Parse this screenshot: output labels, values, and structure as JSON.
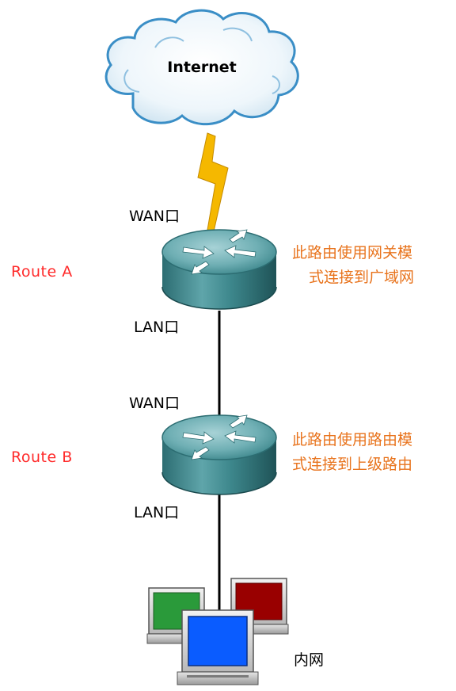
{
  "internet_label": "Internet",
  "router_a": {
    "name": "Route  A",
    "wan_port": "WAN口",
    "lan_port": "LAN口",
    "note_line1": "此路由使用网关模",
    "note_line2": "式连接到广域网"
  },
  "router_b": {
    "name": "Route  B",
    "wan_port": "WAN口",
    "lan_port": "LAN口",
    "note_line1": "此路由使用路由模",
    "note_line2": "式连接到上级路由"
  },
  "lan_label": "内网",
  "colors": {
    "route_label": "#ff2a2a",
    "note": "#e8731c",
    "lightning": "#f5b800",
    "router_body": "#3f8a90",
    "pc_green": "#2a9a3a",
    "pc_red": "#990000",
    "pc_blue": "#0a5cff"
  }
}
